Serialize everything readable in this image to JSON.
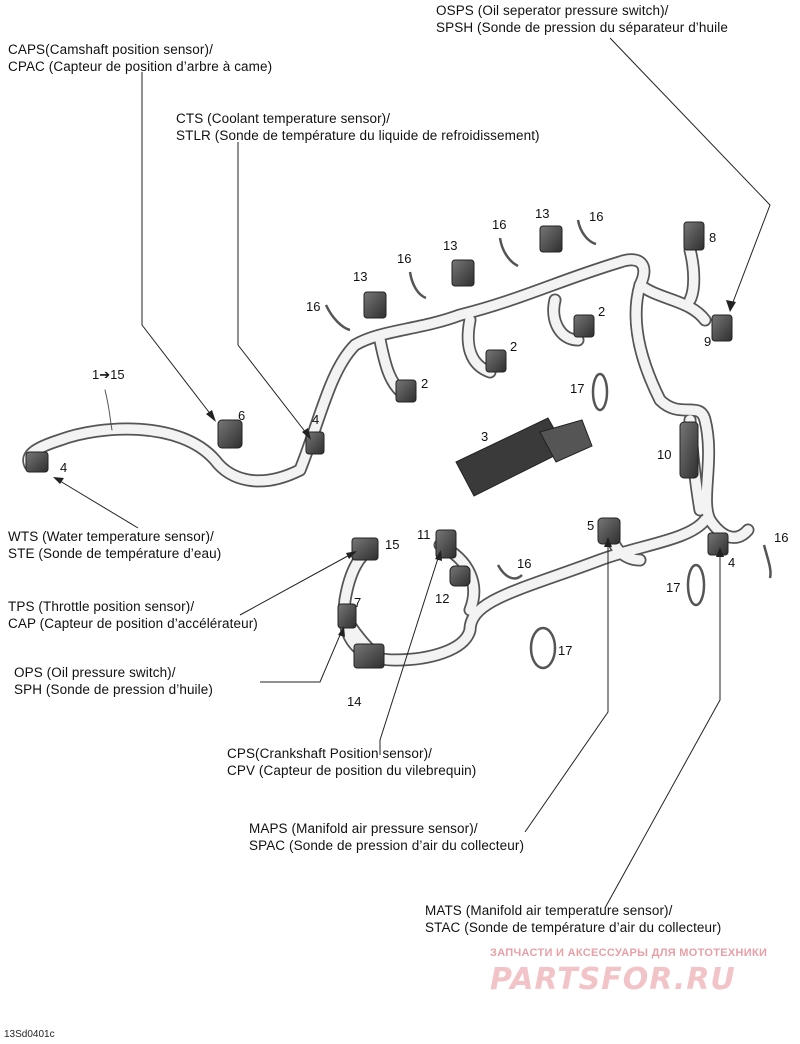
{
  "labels": {
    "osps": [
      "OSPS (Oil seperator pressure switch)/",
      "SPSH (Sonde de pression du séparateur d’huile"
    ],
    "caps": [
      "CAPS(Camshaft position sensor)/",
      "CPAC (Capteur de position d’arbre à came)"
    ],
    "cts": [
      "CTS (Coolant temperature sensor)/",
      "STLR (Sonde de température du liquide de refroidissement)"
    ],
    "wts": [
      "WTS (Water temperature sensor)/",
      "STE (Sonde de température d’eau)"
    ],
    "tps": [
      "TPS (Throttle position sensor)/",
      "CAP (Capteur de position d’accélérateur)"
    ],
    "ops": [
      "OPS (Oil pressure switch)/",
      "SPH (Sonde de pression d’huile)"
    ],
    "cps": [
      "CPS(Crankshaft Position sensor)/",
      "CPV (Capteur de position du vilebrequin)"
    ],
    "maps": [
      "MAPS (Manifold air pressure sensor)/",
      "SPAC (Sonde de pression d’air du collecteur)"
    ],
    "mats": [
      "MATS (Manifold air temperature sensor)/",
      "STAC (Sonde de température d’air du collecteur)"
    ]
  },
  "callouts": {
    "range": "1➔15",
    "n2": "2",
    "n3": "3",
    "n4": "4",
    "n5": "5",
    "n6": "6",
    "n7": "7",
    "n8": "8",
    "n9": "9",
    "n10": "10",
    "n11": "11",
    "n12": "12",
    "n13": "13",
    "n14": "14",
    "n15": "15",
    "n16": "16",
    "n17": "17"
  },
  "watermark": {
    "top_text": "ЗАПЧАСТИ И АКСЕССУАРЫ ДЛЯ МОТОТЕХНИКИ",
    "logo_text": "PARTSFOR.RU"
  },
  "figure_code": "13Sd0401c",
  "colors": {
    "harness_fill": "#f3f3f3",
    "harness_outline": "#555555",
    "connector": "#4a4a4a",
    "leader": "#222222",
    "watermark": "#e8a0a6"
  }
}
